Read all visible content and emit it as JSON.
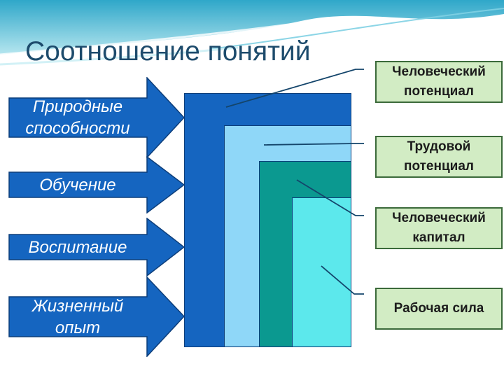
{
  "title": "Соотношение понятий",
  "factors": [
    "Природные\nспособности",
    "Обучение",
    "Воспитание",
    "Жизненный\nопыт"
  ],
  "concepts": [
    "Человеческий\nпотенциал",
    "Трудовой\nпотенциал",
    "Человеческий\nкапитал",
    "Рабочая сила"
  ],
  "colors": {
    "title": "#1d4b6c",
    "arrow_fill": "#1565c0",
    "arrow_stroke": "#0d3e7a",
    "layer_1": "#1565c0",
    "layer_2": "#8fd7f8",
    "layer_3": "#0b9990",
    "layer_4": "#5ce8ec",
    "box_fill": "#d2ecc4",
    "box_border": "#3b6a3a",
    "connector": "#14456b"
  }
}
